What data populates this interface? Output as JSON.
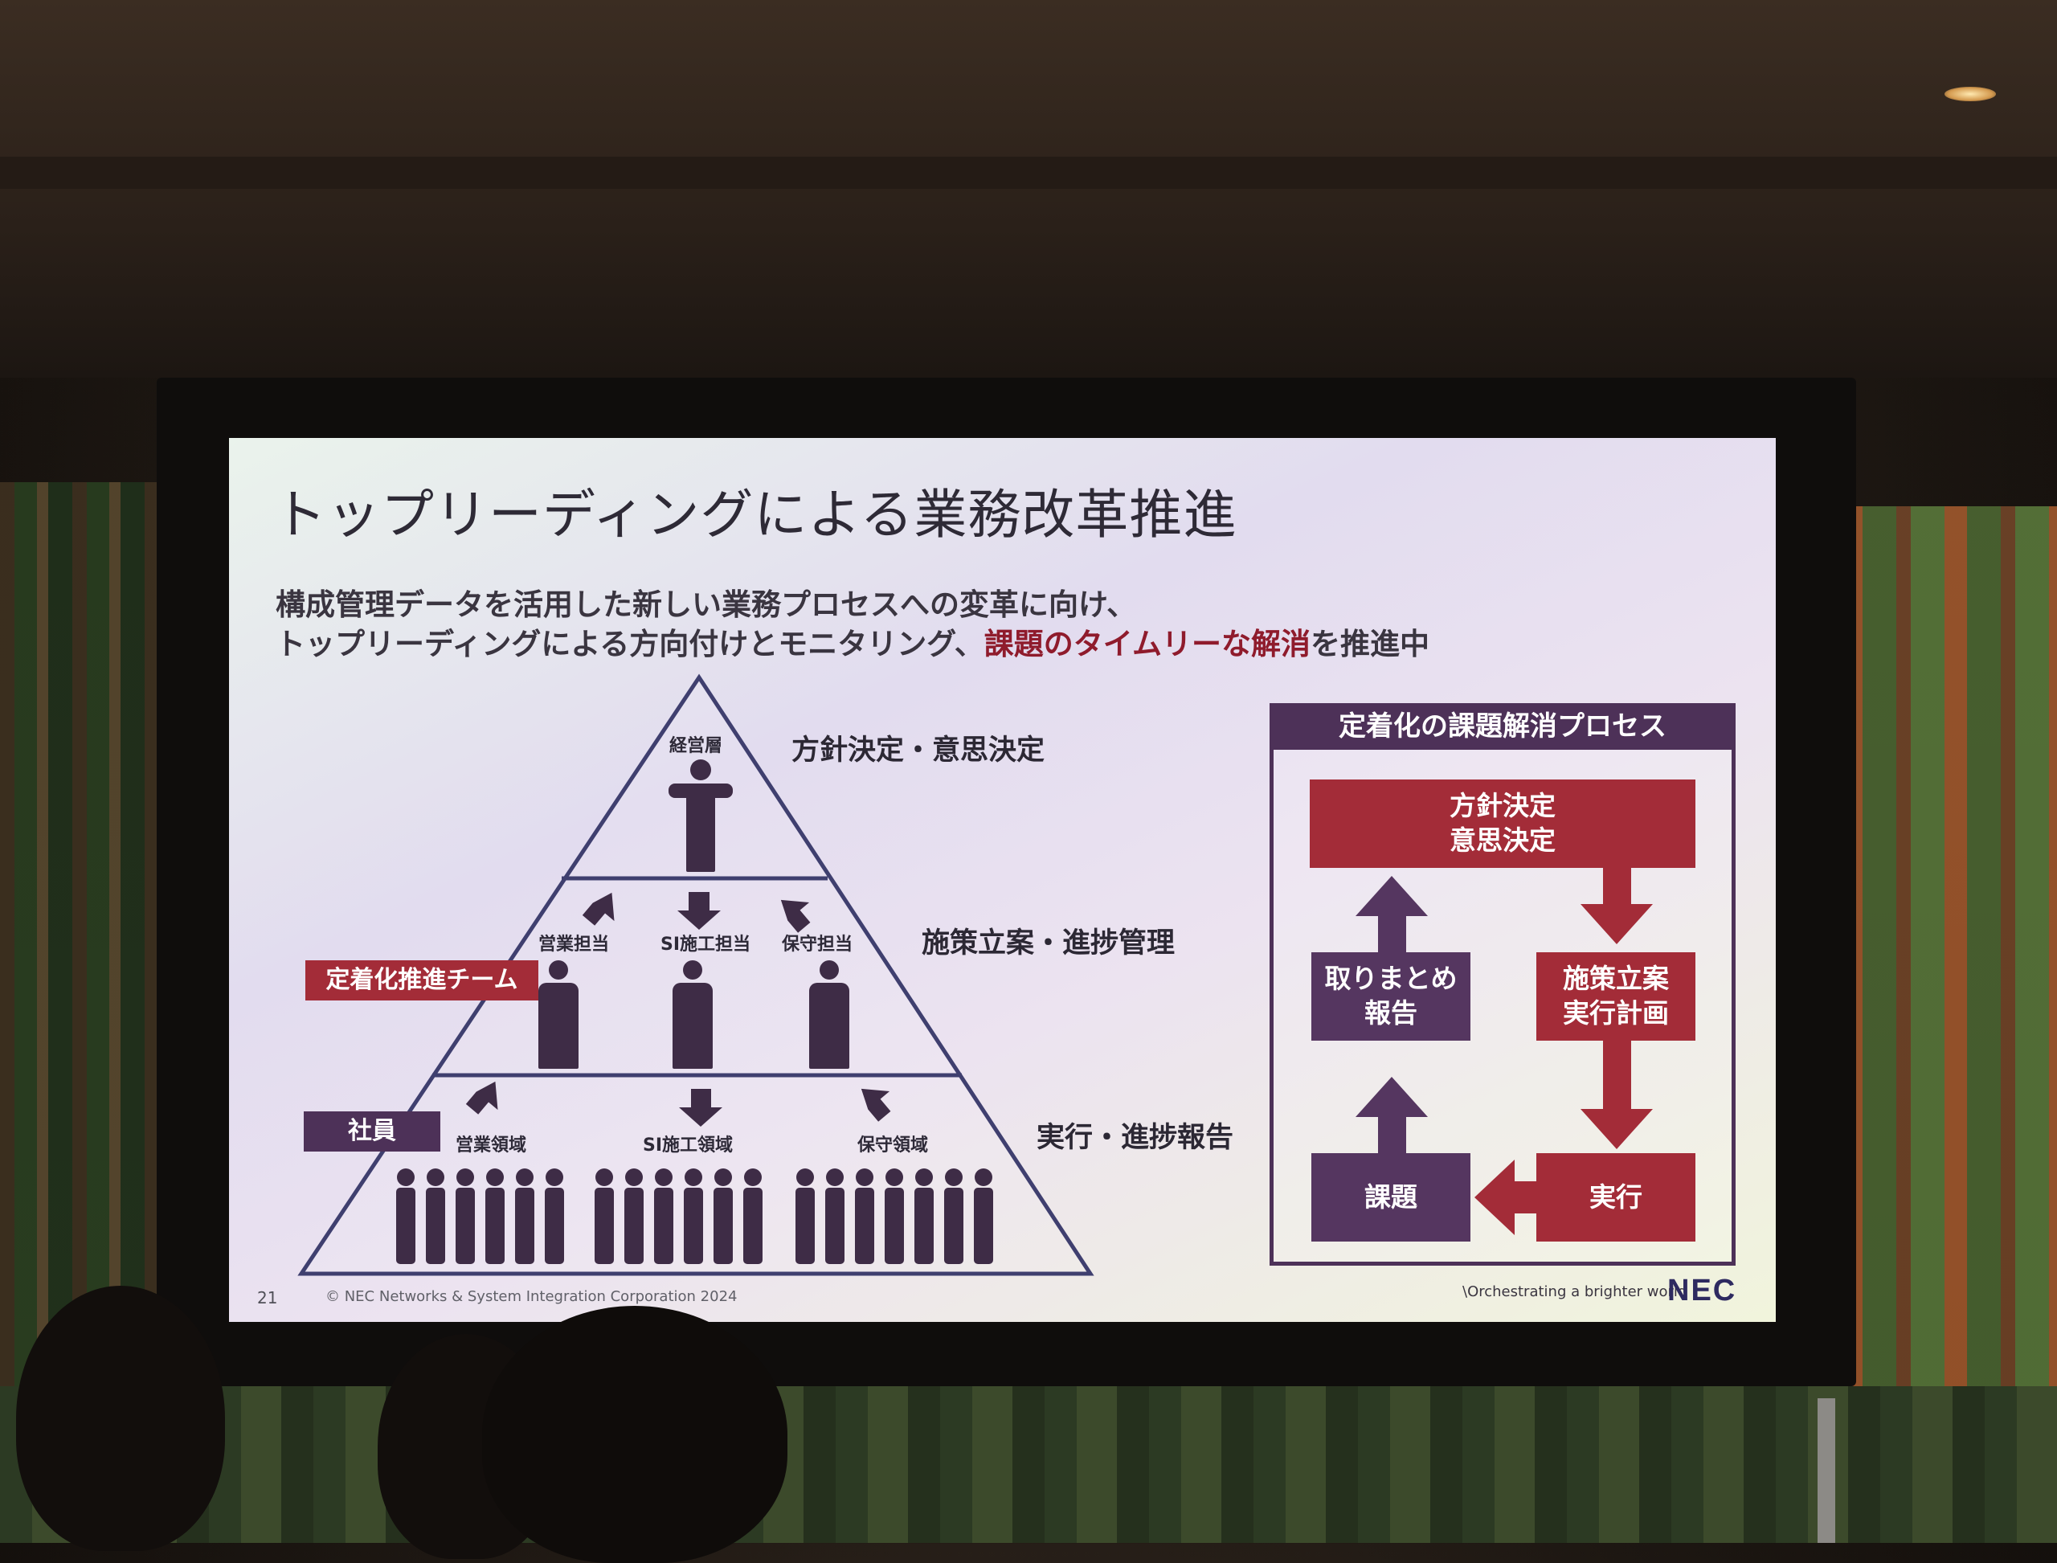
{
  "slide": {
    "title": "トップリーディングによる業務改革推進",
    "lead_line1": "構成管理データを活用した新しい業務プロセスへの変革に向け、",
    "lead_line2_part1": "トップリーディングによる方向付けとモニタリング、",
    "lead_line2_accent": "課題のタイムリーな解消",
    "lead_line2_part2": "を推進中",
    "pyramid": {
      "top_label": "経営層",
      "mid_labels": [
        "営業担当",
        "SI施工担当",
        "保守担当"
      ],
      "bottom_labels": [
        "営業領域",
        "SI施工領域",
        "保守領域"
      ],
      "team_tag": "定着化推進チーム",
      "staff_tag": "社員",
      "level_descriptions": [
        "方針決定・意思決定",
        "施策立案・進捗管理",
        "実行・進捗報告"
      ]
    },
    "process": {
      "header": "定着化の課題解消プロセス",
      "policy": "方針決定\n意思決定",
      "plan": "施策立案\n実行計画",
      "execute": "実行",
      "issue": "課題",
      "report": "取りまとめ\n報告",
      "colors": {
        "red": "#a32c38",
        "purple": "#553660"
      }
    },
    "footer": {
      "page_number": "21",
      "copyright": "© NEC Networks & System Integration Corporation 2024",
      "tagline": "\\Orchestrating a brighter world",
      "logo": "NEC"
    }
  }
}
